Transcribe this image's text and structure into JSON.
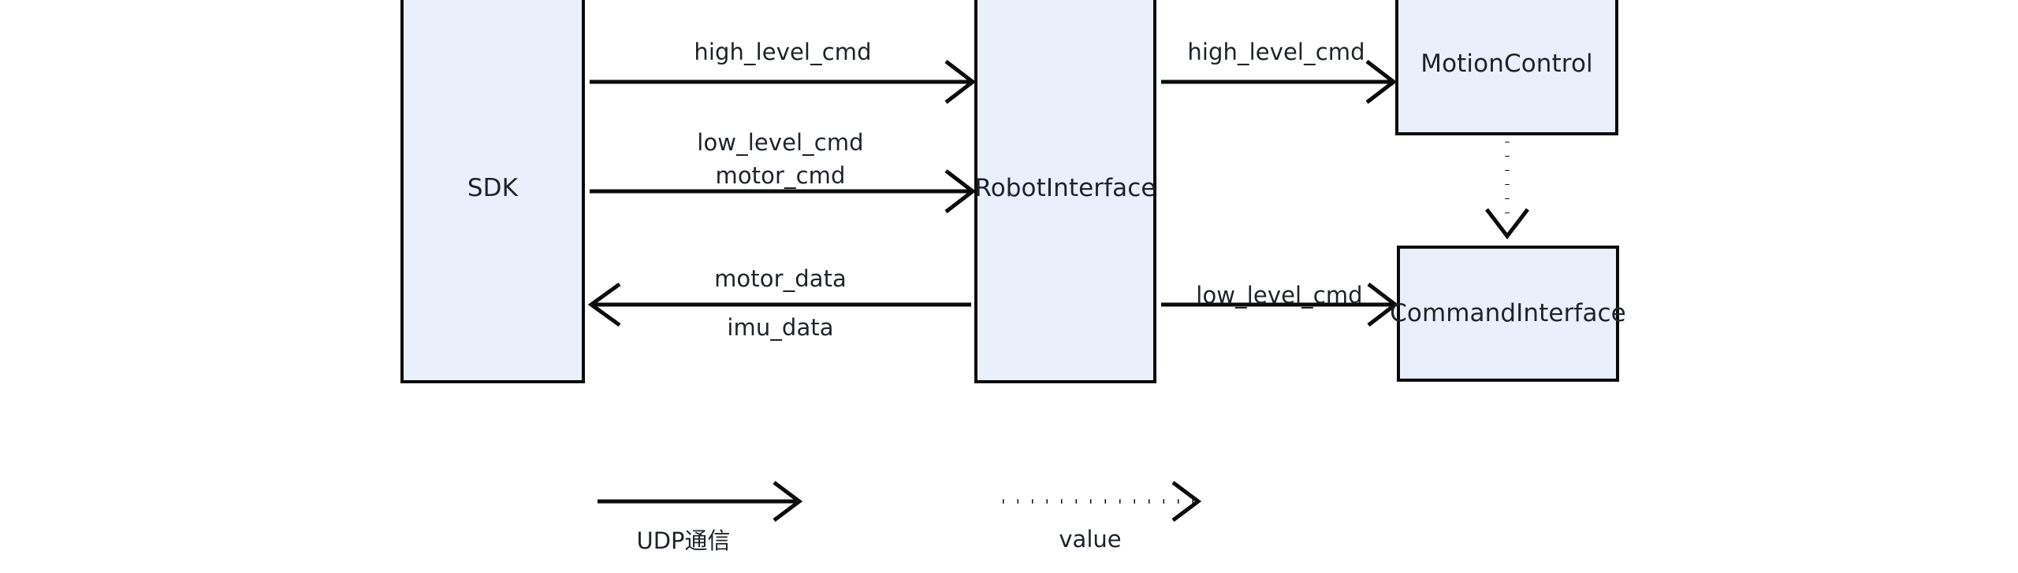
{
  "diagram": {
    "title": "SDK to Robot Interface communication diagram",
    "background_color": "#ffffff",
    "node_fill_color": "#eaf0fb",
    "node_stroke_color": "#0b0b0b",
    "text_color": "#1f2328",
    "nodes": [
      {
        "id": "sdk",
        "label": "SDK"
      },
      {
        "id": "robotinterface",
        "label": "RobotInterface"
      },
      {
        "id": "motioncontrol",
        "label": "MotionControl"
      },
      {
        "id": "commandinterface",
        "label": "CommandInterface"
      }
    ],
    "edges": [
      {
        "id": "sdk-to-ri-high",
        "from": "sdk",
        "to": "robotinterface",
        "style": "solid",
        "direction": "right",
        "label_above": "high_level_cmd",
        "label_below": ""
      },
      {
        "id": "sdk-to-ri-low",
        "from": "sdk",
        "to": "robotinterface",
        "style": "solid",
        "direction": "right",
        "label_above": "low_level_cmd",
        "label_below": "motor_cmd"
      },
      {
        "id": "ri-to-sdk-data",
        "from": "robotinterface",
        "to": "sdk",
        "style": "solid",
        "direction": "left",
        "label_above": "motor_data",
        "label_below": "imu_data"
      },
      {
        "id": "ri-to-mc",
        "from": "robotinterface",
        "to": "motioncontrol",
        "style": "solid",
        "direction": "right",
        "label_above": "high_level_cmd",
        "label_below": ""
      },
      {
        "id": "ri-to-ci",
        "from": "robotinterface",
        "to": "commandinterface",
        "style": "solid",
        "direction": "right",
        "label_above": "low_level_cmd",
        "label_below": ""
      },
      {
        "id": "mc-to-ci",
        "from": "motioncontrol",
        "to": "commandinterface",
        "style": "dotted",
        "direction": "down",
        "label_above": "",
        "label_below": ""
      }
    ],
    "legend": {
      "items": [
        {
          "id": "legend-udp",
          "style": "solid",
          "label": "UDP通信"
        },
        {
          "id": "legend-value",
          "style": "dotted",
          "label": "value"
        }
      ]
    }
  }
}
